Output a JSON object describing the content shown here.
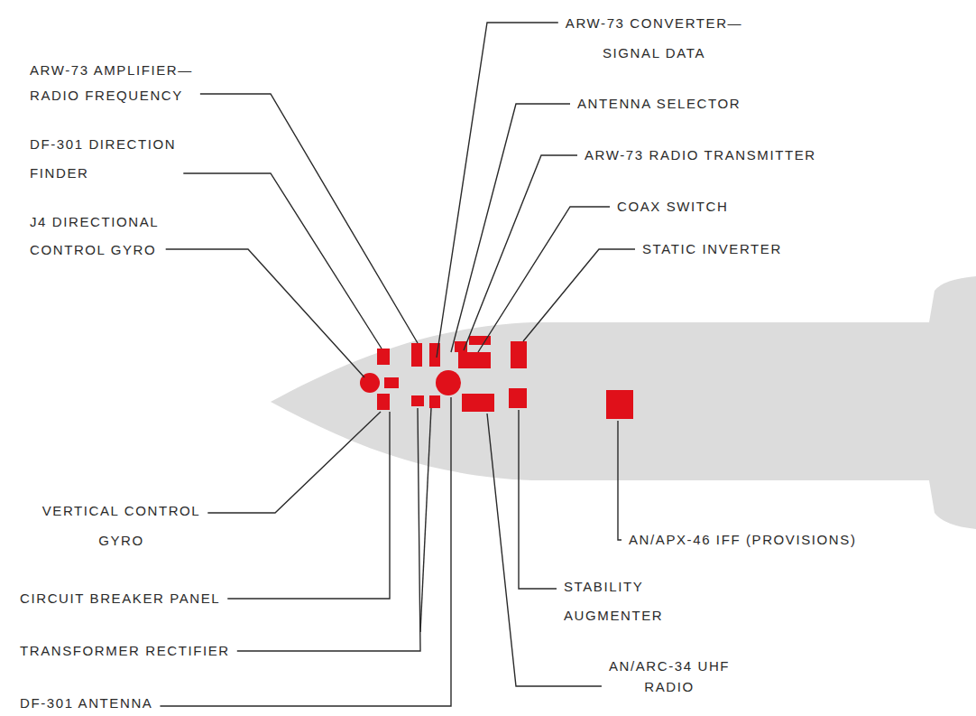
{
  "diagram": {
    "labels": [
      "ARW-73 CONVERTER— SIGNAL DATA",
      "ARW-73 AMPLIFIER— RADIO FREQUENCY",
      "ANTENNA SELECTOR",
      "DF-301 DIRECTION FINDER",
      "ARW-73 RADIO TRANSMITTER",
      "COAX SWITCH",
      "J4 DIRECTIONAL CONTROL GYRO",
      "STATIC INVERTER",
      "VERTICAL CONTROL GYRO",
      "AN/APX-46 IFF (PROVISIONS)",
      "STABILITY AUGMENTER",
      "CIRCUIT BREAKER PANEL",
      "TRANSFORMER RECTIFIER",
      "AN/ARC-34 UHF RADIO",
      "DF-301 ANTENNA"
    ]
  }
}
